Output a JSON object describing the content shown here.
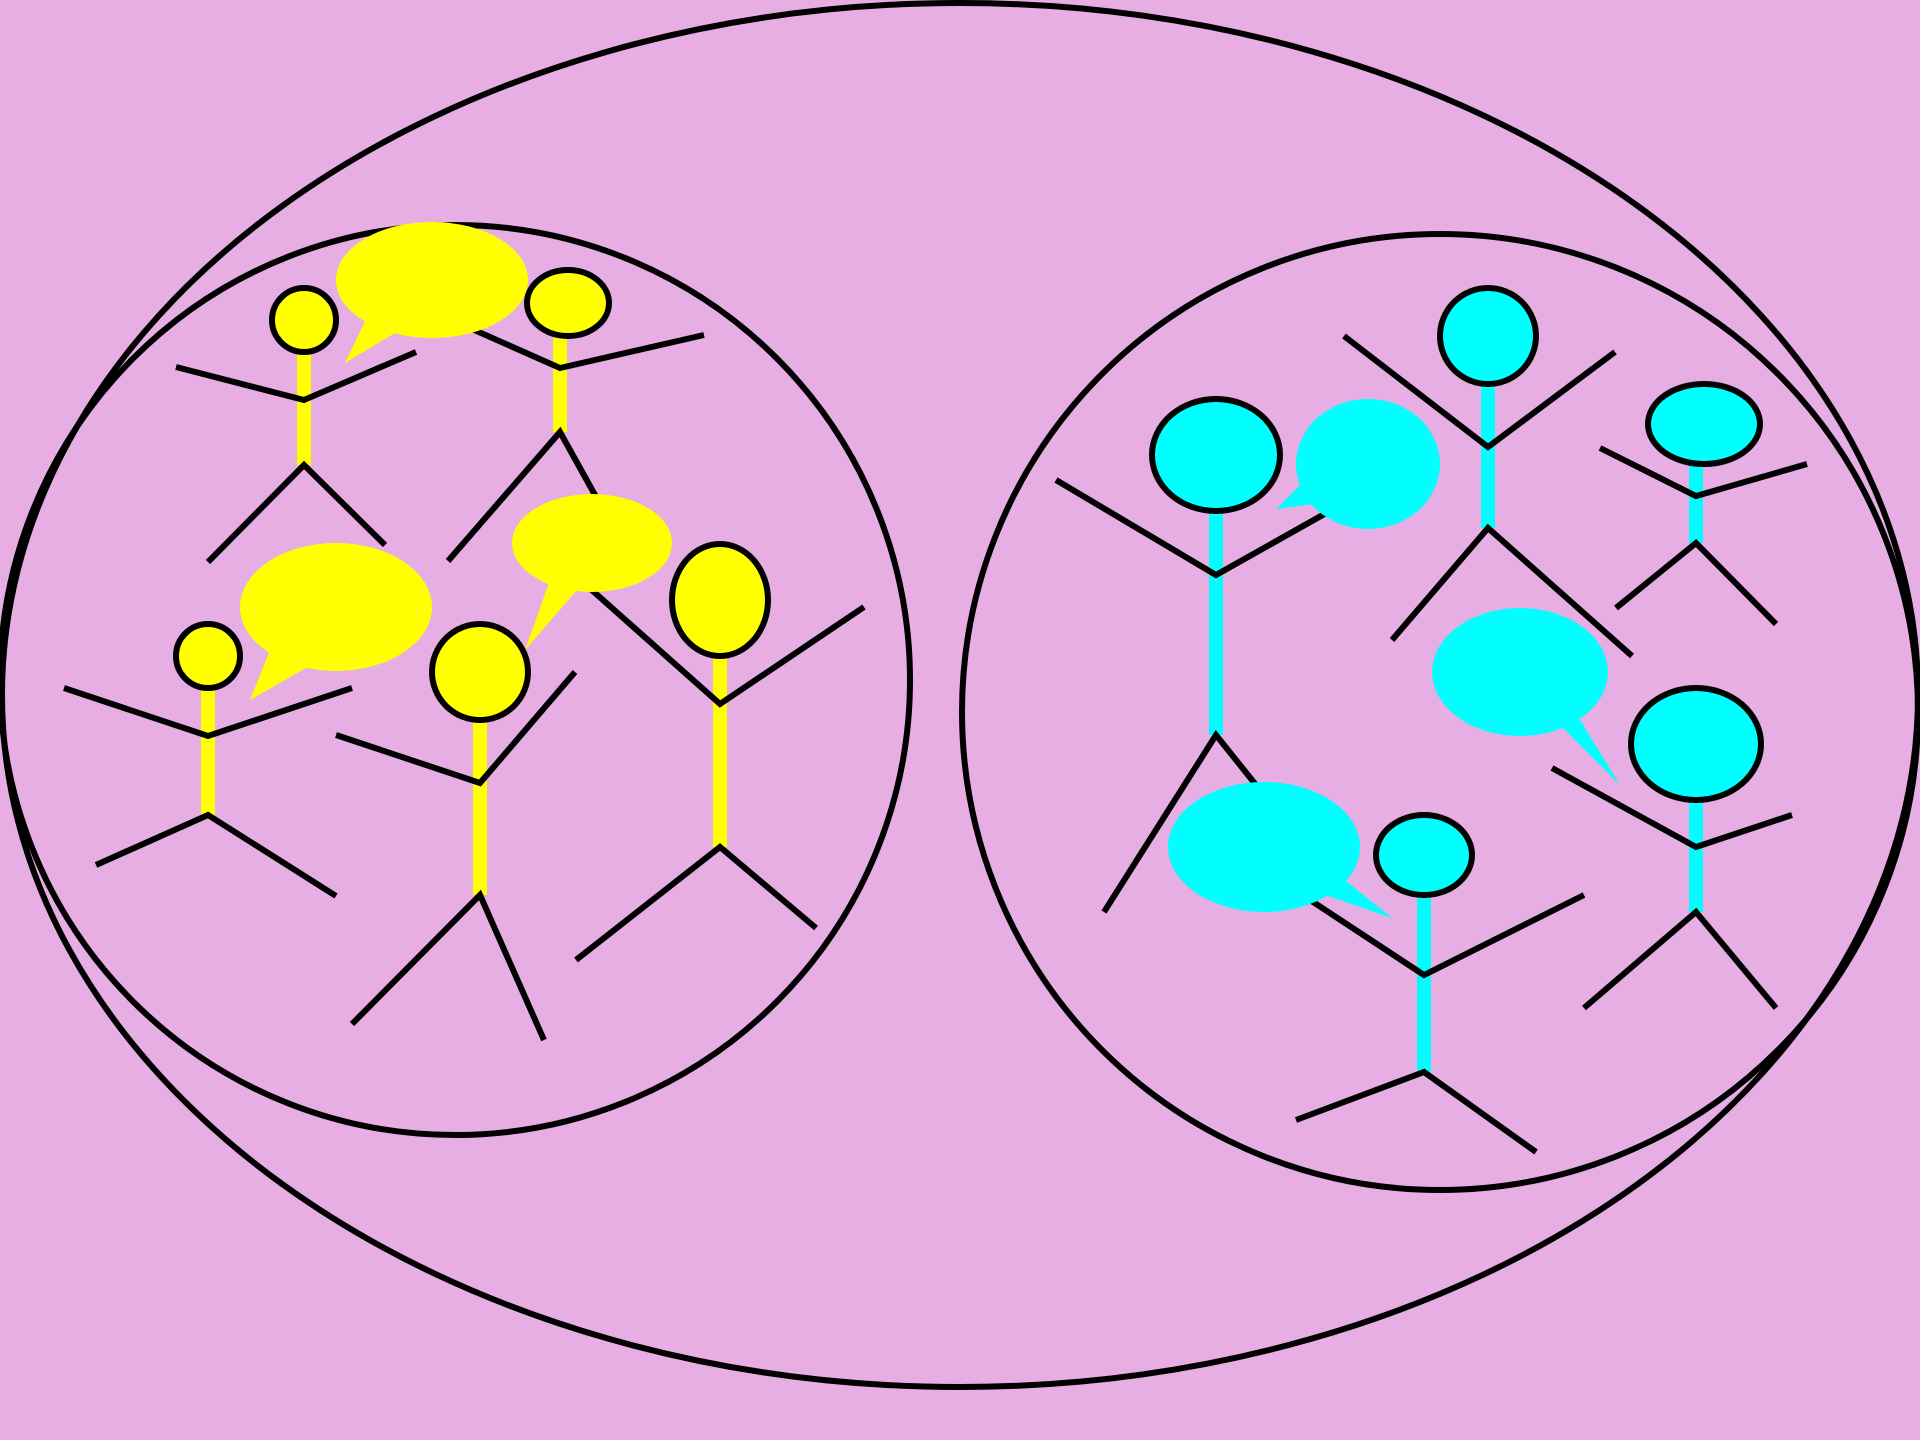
{
  "diagram": {
    "background_color": "#e6aee2",
    "outline_color": "#000000",
    "groups": [
      {
        "name": "left-group",
        "color": "#ffff00",
        "figure_count": 5,
        "speech_bubble_count": 3
      },
      {
        "name": "right-group",
        "color": "#00ffff",
        "figure_count": 5,
        "speech_bubble_count": 3
      }
    ],
    "enclosures": [
      "outer-enclosure",
      "left-group-enclosure",
      "right-group-enclosure"
    ]
  }
}
